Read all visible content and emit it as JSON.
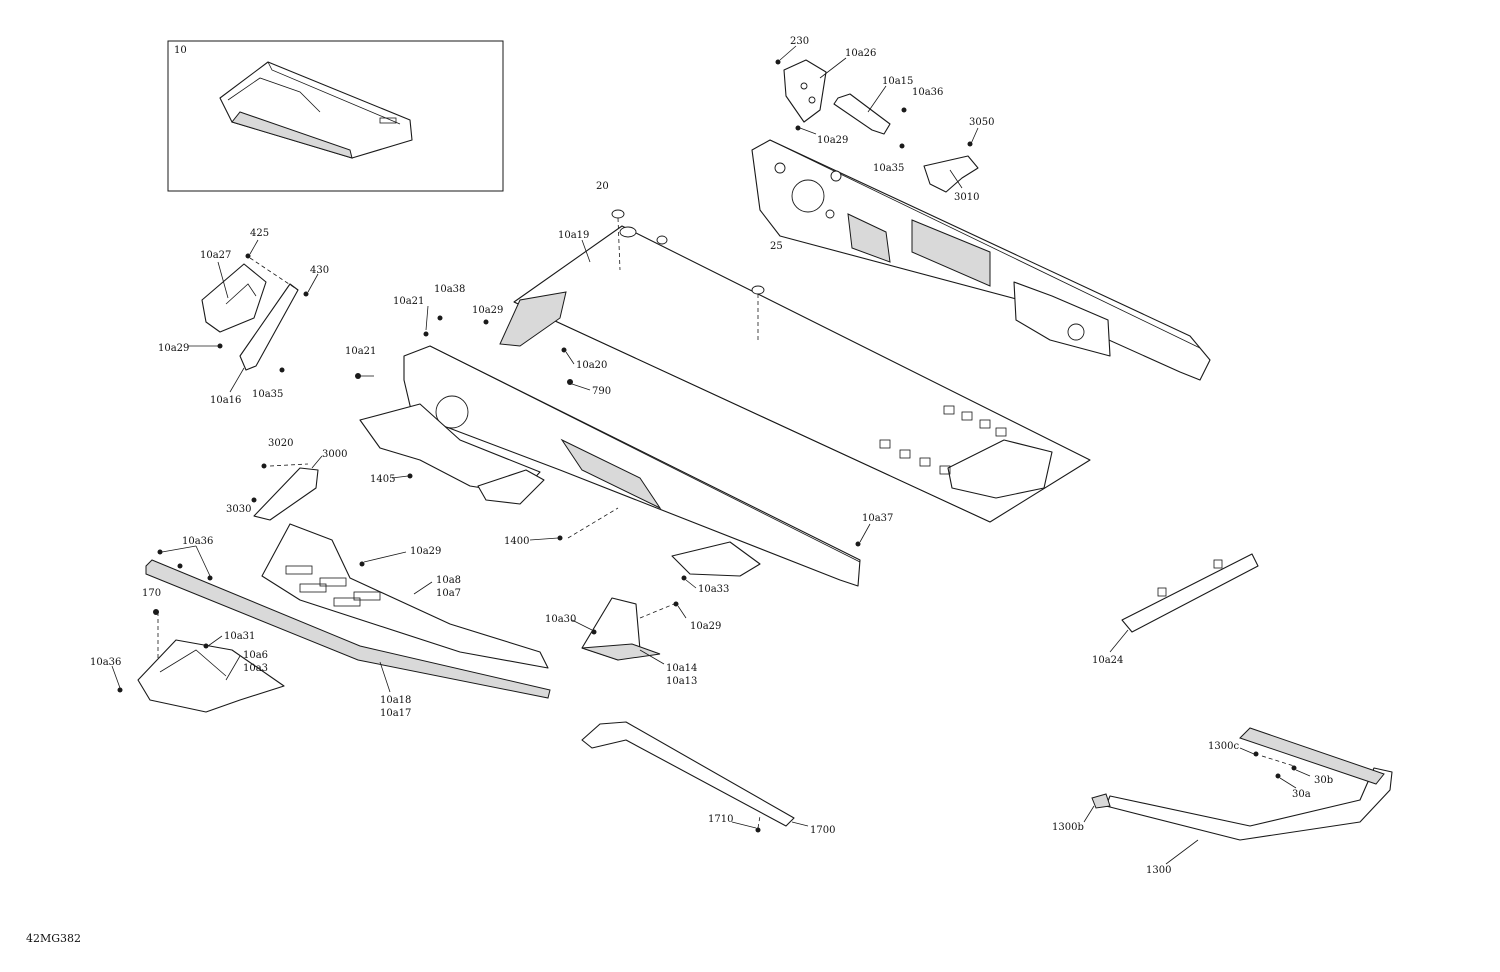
{
  "document_id": "42MG382",
  "inset_label": "10",
  "callouts": [
    "230",
    "10a26",
    "10a15",
    "10a36",
    "10a29",
    "10a35",
    "3050",
    "3010",
    "20",
    "10a19",
    "25",
    "425",
    "10a27",
    "430",
    "10a29",
    "10a16",
    "10a35",
    "10a21",
    "10a38",
    "10a29",
    "10a21",
    "10a20",
    "790",
    "3020",
    "3000",
    "3030",
    "1405",
    "1400",
    "10a37",
    "10a36",
    "10a29",
    "10a8",
    "10a7",
    "170",
    "10a31",
    "10a6",
    "10a3",
    "10a36",
    "10a18",
    "10a17",
    "10a30",
    "10a29",
    "10a33",
    "10a14",
    "10a13",
    "10a24",
    "1300c",
    "30b",
    "30a",
    "1300b",
    "1300",
    "1710",
    "1700"
  ]
}
